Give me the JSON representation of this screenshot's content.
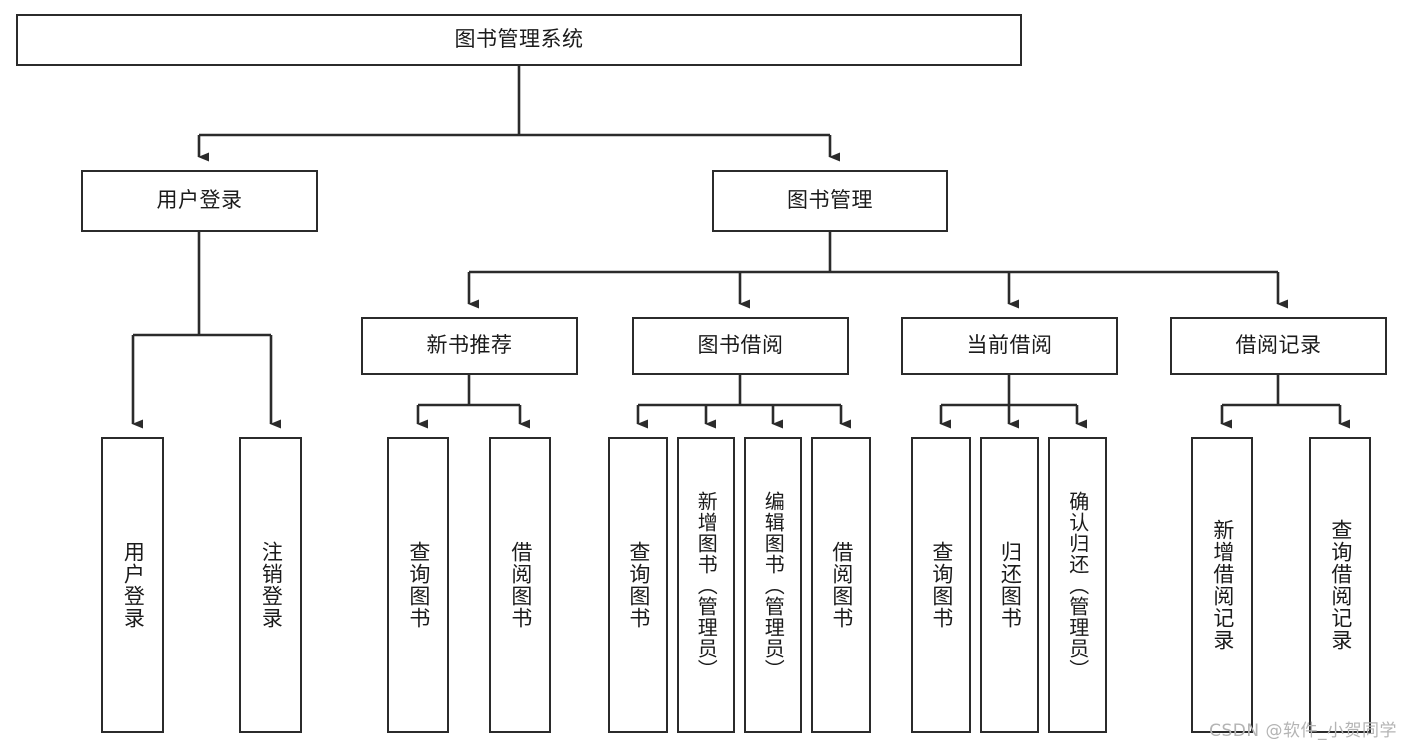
{
  "diagram": {
    "type": "tree",
    "title": "图书管理系统",
    "watermark": "CSDN @软件_小贺同学",
    "colors": {
      "box_border": "#2b2b2b",
      "box_fill": "#ffffff",
      "edge": "#2b2b2b",
      "text": "#1b1b1b",
      "watermark": "#b4b4b4",
      "background": "#ffffff"
    },
    "nodes": {
      "root": {
        "label": "图书管理系统"
      },
      "level2": [
        {
          "label": "用户登录"
        },
        {
          "label": "图书管理"
        }
      ],
      "level3": [
        {
          "label": "新书推荐"
        },
        {
          "label": "图书借阅"
        },
        {
          "label": "当前借阅"
        },
        {
          "label": "借阅记录"
        }
      ],
      "leaves": {
        "user_login": [
          {
            "label": "用户登录"
          },
          {
            "label": "注销登录"
          }
        ],
        "new_book_recommend": [
          {
            "label": "查询图书"
          },
          {
            "label": "借阅图书"
          }
        ],
        "book_borrow": [
          {
            "label": "查询图书"
          },
          {
            "label": "新增图书（管理员）"
          },
          {
            "label": "编辑图书（管理员）"
          },
          {
            "label": "借阅图书"
          }
        ],
        "current_borrow": [
          {
            "label": "查询图书"
          },
          {
            "label": "归还图书"
          },
          {
            "label": "确认归还（管理员）"
          }
        ],
        "borrow_record": [
          {
            "label": "新增借阅记录"
          },
          {
            "label": "查询借阅记录"
          }
        ]
      }
    }
  }
}
